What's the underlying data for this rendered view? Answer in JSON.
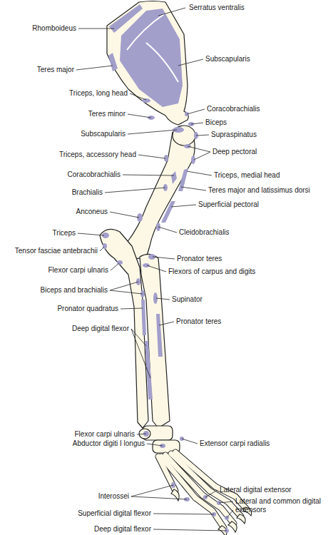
{
  "diagram": {
    "labels": [
      "Serratus ventralis",
      "Rhomboideus",
      "Subscapularis",
      "Teres major",
      "Triceps, long head",
      "Coracobrachialis",
      "Teres minor",
      "Biceps",
      "Subscapularis",
      "Supraspinatus",
      "Deep pectoral",
      "Triceps, accessory head",
      "Coracobrachialis",
      "Triceps, medial head",
      "Teres major and latissimus dorsi",
      "Brachialis",
      "Superficial pectoral",
      "Anconeus",
      "Cleidobrachialis",
      "Triceps",
      "Tensor fasciae antebrachii",
      "Pronator teres",
      "Flexor carpi ulnaris",
      "Flexors of carpus and digits",
      "Biceps and brachialis",
      "Supinator",
      "Pronator quadratus",
      "Pronator teres",
      "Deep digital flexor",
      "Flexor carpi ulnaris",
      "Abductor digiti I longus",
      "Extensor carpi radialis",
      "Lateral digital extensor",
      "Interossei",
      "Lateral and common digital extensors",
      "Superficial digital flexor",
      "Deep digital flexor"
    ]
  }
}
